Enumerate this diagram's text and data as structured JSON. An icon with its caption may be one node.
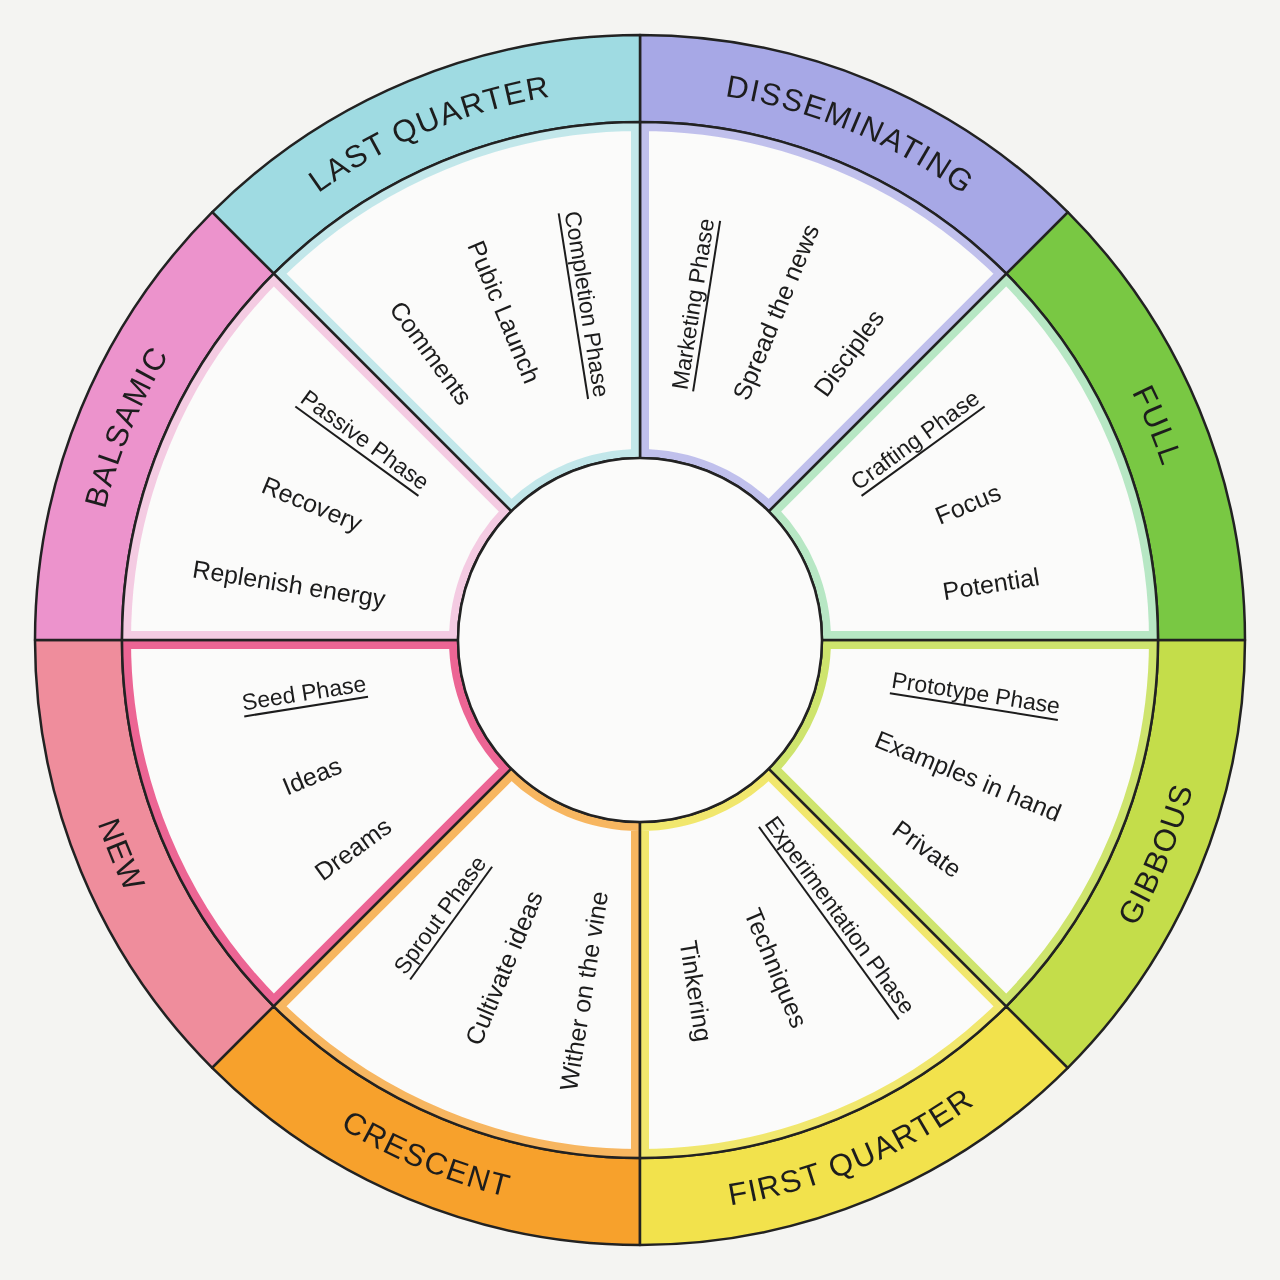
{
  "diagram": {
    "nodes": [
      {
        "text": [
          "NEW"
        ]
      },
      {
        "text": [
          "Seed Phase",
          "Ideas",
          "Dreams"
        ]
      },
      {
        "text": [
          "CRESCENT"
        ]
      },
      {
        "text": [
          "Sprout Phase",
          "Cultivate ideas",
          "Wither on the vine"
        ]
      },
      {
        "text": [
          "FIRST QUARTER"
        ]
      },
      {
        "text": [
          "Experimentation Phase",
          "Techniques",
          "Tinkering"
        ]
      },
      {
        "text": [
          "GIBBOUS"
        ]
      },
      {
        "text": [
          "Prototype Phase",
          "Examples in hand",
          "Private"
        ]
      },
      {
        "text": [
          "FULL"
        ]
      },
      {
        "text": [
          "Crafting Phase",
          "Focus",
          "Potential"
        ]
      },
      {
        "text": [
          "DISSEMINATING"
        ]
      },
      {
        "text": [
          "Marketing Phase",
          "Spread the news",
          "Disciples"
        ]
      },
      {
        "text": [
          "LAST QUARTER"
        ]
      },
      {
        "text": [
          "Completion Phase",
          "Pubic Launch",
          "Comments"
        ]
      },
      {
        "text": [
          "BALSAMIC"
        ]
      },
      {
        "text": [
          "Passive Phase",
          "Recovery",
          "Replenish energy"
        ]
      },
      {
        "text": [],
        "shape": "circle"
      }
    ]
  }
}
